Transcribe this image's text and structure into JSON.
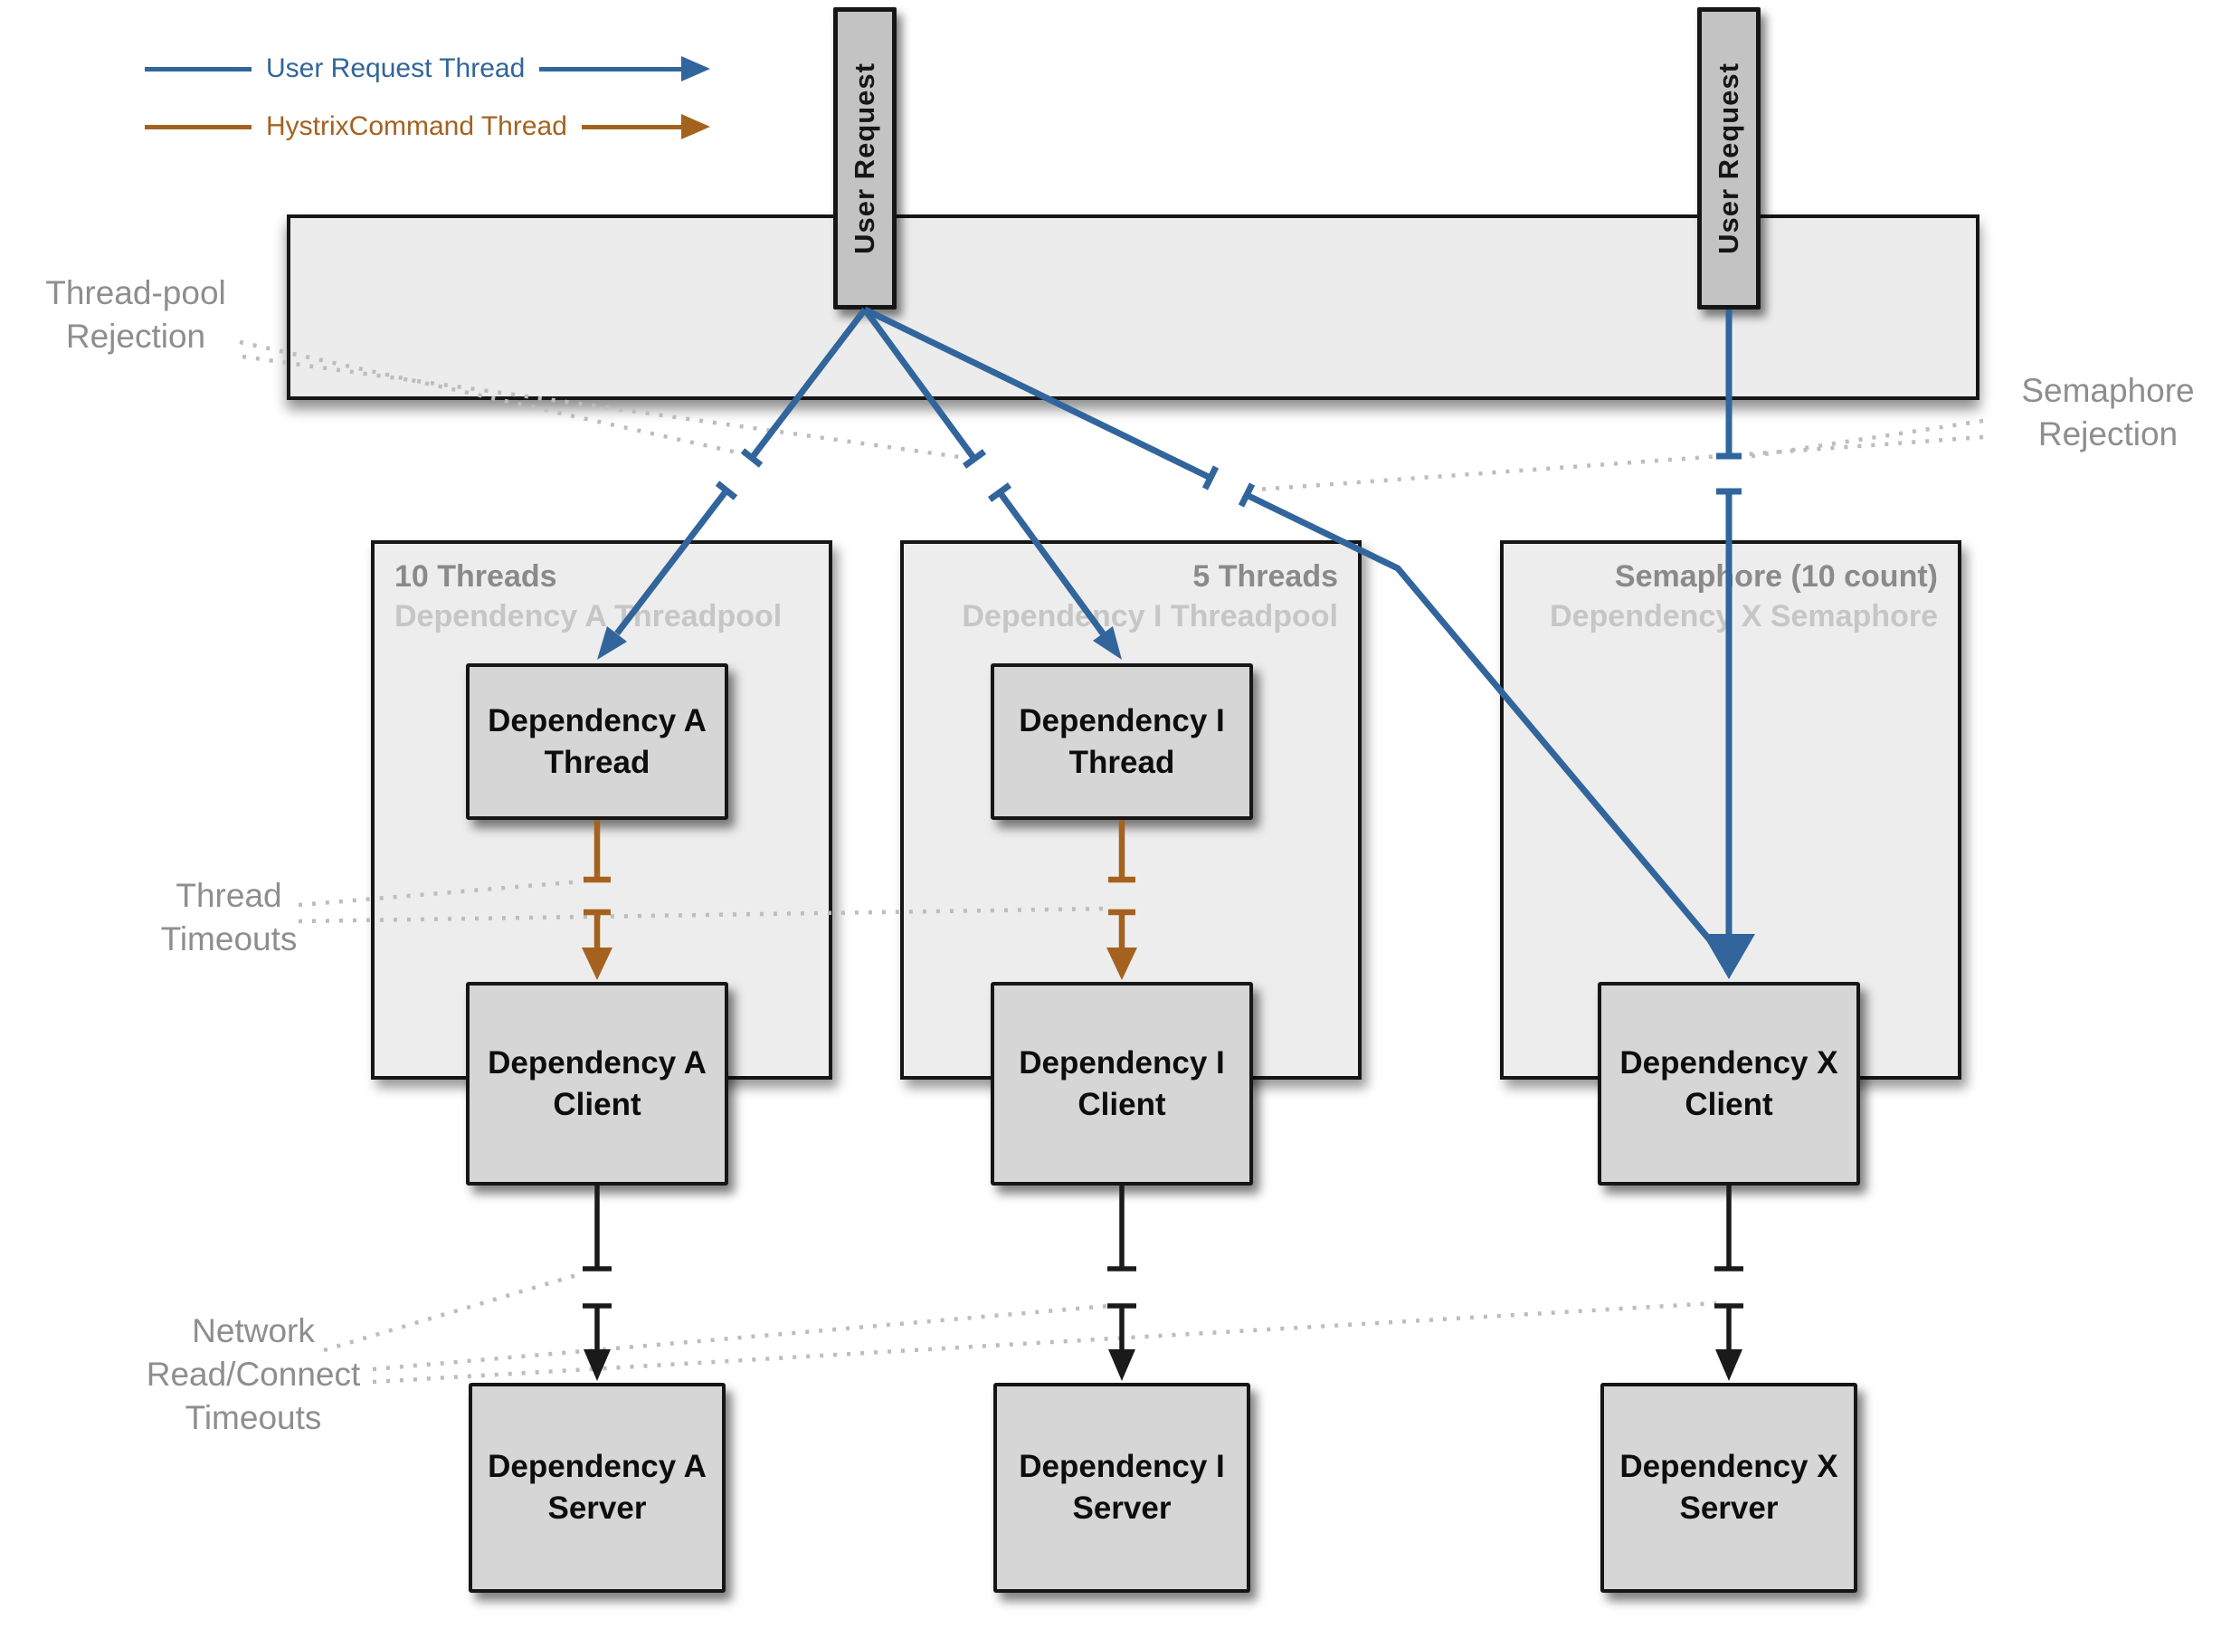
{
  "legend": {
    "items": [
      {
        "id": "user-request-thread",
        "label": "User Request Thread",
        "color": "#31659c"
      },
      {
        "id": "hystrix-command-thread",
        "label": "HystrixCommand Thread",
        "color": "#a4621e"
      }
    ]
  },
  "user_requests": {
    "left": "User Request",
    "right": "User Request"
  },
  "pools": [
    {
      "title": "10 Threads",
      "subtitle": "Dependency A Threadpool",
      "thread_line1": "Dependency A",
      "thread_line2": "Thread",
      "client_line1": "Dependency A",
      "client_line2": "Client",
      "server_line1": "Dependency A",
      "server_line2": "Server"
    },
    {
      "title": "5 Threads",
      "subtitle": "Dependency I Threadpool",
      "thread_line1": "Dependency I",
      "thread_line2": "Thread",
      "client_line1": "Dependency I",
      "client_line2": "Client",
      "server_line1": "Dependency I",
      "server_line2": "Server"
    },
    {
      "title": "Semaphore (10 count)",
      "subtitle": "Dependency X Semaphore",
      "client_line1": "Dependency X",
      "client_line2": "Client",
      "server_line1": "Dependency X",
      "server_line2": "Server"
    }
  ],
  "annotations": {
    "thread_pool_rejection": {
      "line1": "Thread-pool",
      "line2": "Rejection"
    },
    "semaphore_rejection": {
      "line1": "Semaphore",
      "line2": "Rejection"
    },
    "thread_timeouts": {
      "line1": "Thread",
      "line2": "Timeouts"
    },
    "network_timeouts": {
      "line1": "Network",
      "line2": "Read/Connect",
      "line3": "Timeouts"
    }
  },
  "colors": {
    "user_request_thread": "#31659c",
    "hystrix_command_thread": "#a4621e",
    "network_line": "#1a1a1a",
    "annotation_text": "#8e8e8e",
    "dotted_connector": "#bdbdbd",
    "box_fill": "#d6d6d6",
    "container_fill": "#ededed",
    "bar_fill": "#ececec"
  }
}
